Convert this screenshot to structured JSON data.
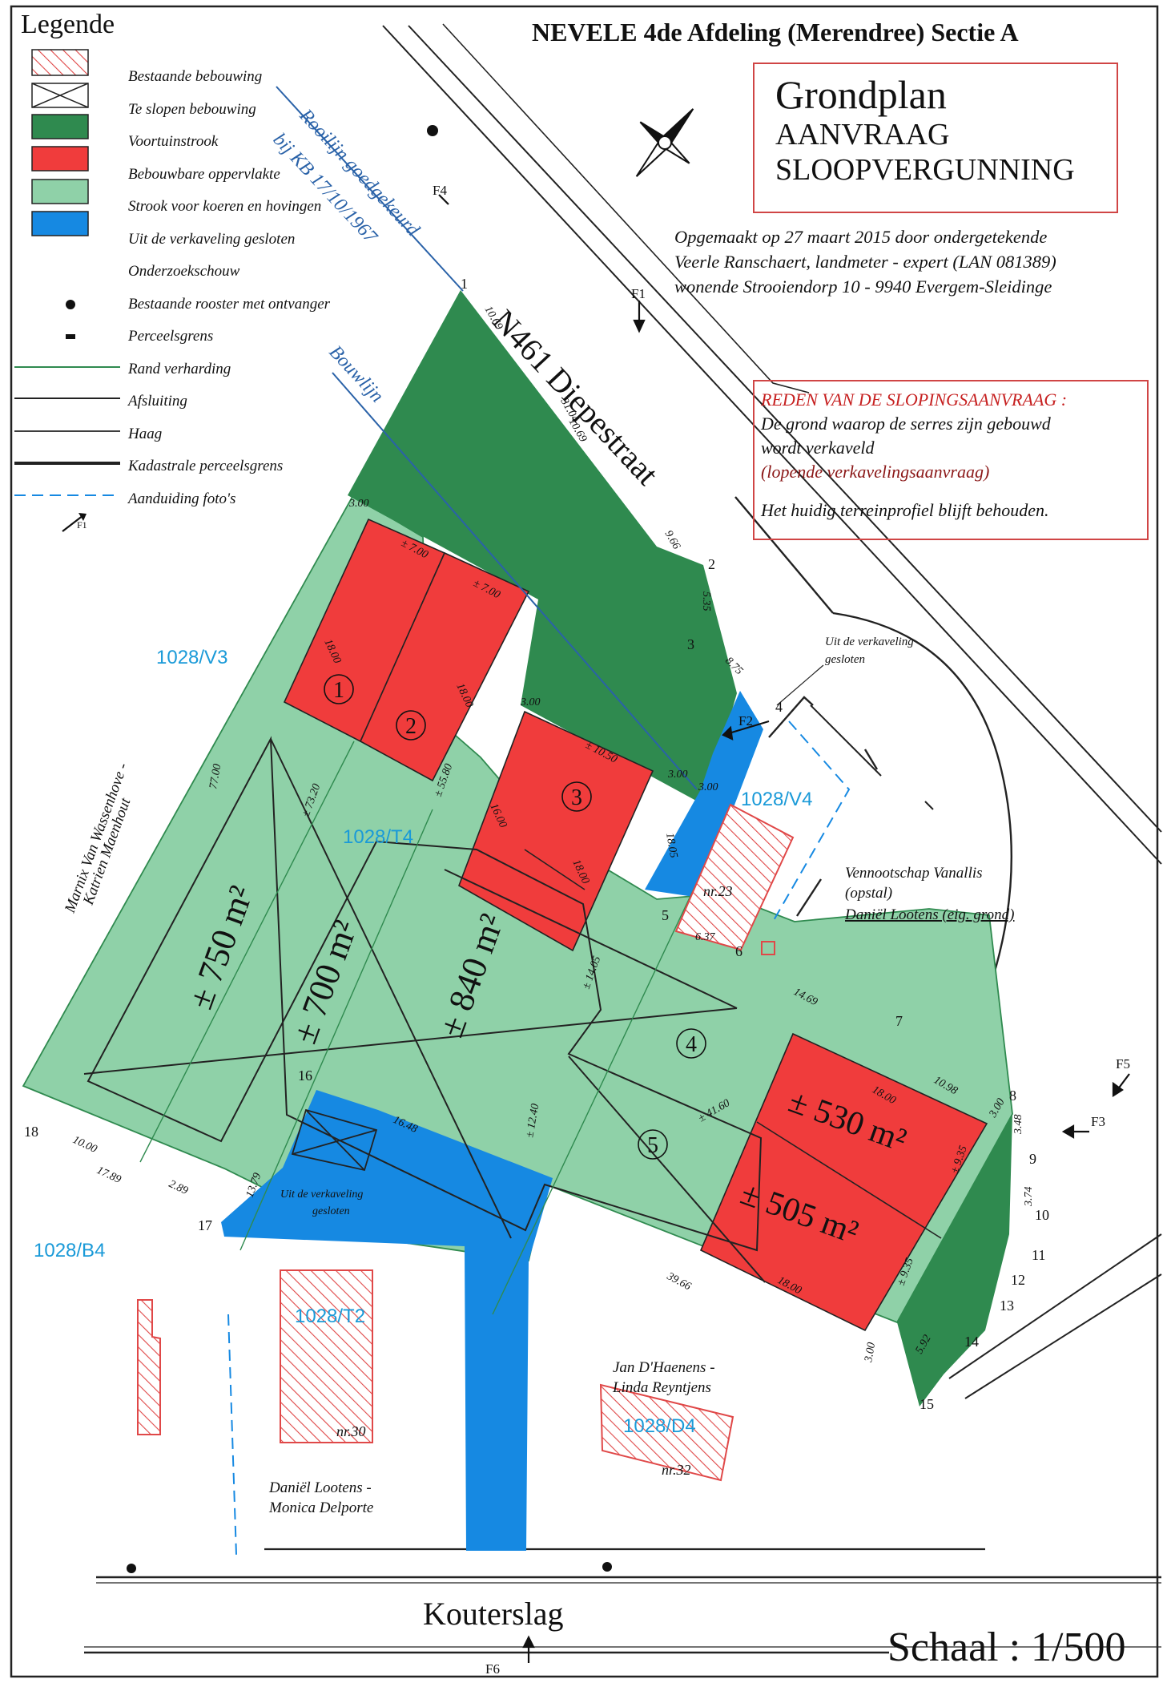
{
  "header": {
    "title": "NEVELE  4de Afdeling  (Merendree)    Sectie A"
  },
  "title_box": {
    "title": "Grondplan",
    "subtitle_1": "AANVRAAG",
    "subtitle_2": "SLOOPVERGUNNING"
  },
  "made_by": {
    "line_1": "Opgemaakt op 27 maart 2015 door ondergetekende",
    "line_2": "Veerle Ranschaert, landmeter - expert  (LAN 081389)",
    "line_3": "wonende Strooiendorp 10  -  9940 Evergem-Sleidinge"
  },
  "reason": {
    "title": "REDEN VAN DE SLOPINGSAANVRAAG :",
    "line_1": "De grond waarop de serres zijn gebouwd",
    "line_2": "wordt verkaveld",
    "line_3": "(lopende verkavelingsaanvraag)",
    "line_4": "Het huidig terreinprofiel blijft behouden."
  },
  "legend": {
    "title": "Legende",
    "items": [
      {
        "label": "Bestaande bebouwing",
        "symbol": "hatch-red-icon"
      },
      {
        "label": "Te slopen bebouwing",
        "symbol": "crossed-box-icon"
      },
      {
        "label": "Voortuinstrook",
        "symbol": "swatch-dark-green-icon",
        "color": "#2f8a4f"
      },
      {
        "label": "Bebouwbare oppervlakte",
        "symbol": "swatch-red-icon",
        "color": "#f03c3c"
      },
      {
        "label": "Strook voor koeren en hovingen",
        "symbol": "swatch-light-green-icon",
        "color": "#8fd1a8"
      },
      {
        "label": "Uit de verkaveling gesloten",
        "symbol": "swatch-blue-icon",
        "color": "#1689e2"
      },
      {
        "label": "Onderzoekschouw",
        "symbol": "dot-icon"
      },
      {
        "label": "Bestaande rooster met ontvanger",
        "symbol": "dash-icon"
      },
      {
        "label": "Perceelsgrens",
        "symbol": "green-line-icon",
        "color": "#2f8a4f"
      },
      {
        "label": "Rand verharding",
        "symbol": "black-line-icon"
      },
      {
        "label": "Afsluiting",
        "symbol": "fence-line-icon"
      },
      {
        "label": "Haag",
        "symbol": "hedge-line-icon"
      },
      {
        "label": "Kadastrale perceelsgrens",
        "symbol": "blue-dashed-line-icon",
        "color": "#1689e2"
      },
      {
        "label": "Aanduiding foto's",
        "symbol": "photo-arrow-icon",
        "code": "F1"
      }
    ]
  },
  "colors": {
    "dark_green": "#2f8a4f",
    "light_green": "#8fd1a8",
    "red": "#f03c3c",
    "blue": "#1689e2",
    "hatch": "#e04848",
    "parcel_label": "#1a9ad8",
    "building_line": "#2a62a8"
  },
  "streets": {
    "main": "N461 Diepestraat",
    "south": "Kouterslag"
  },
  "building_lines": {
    "rooilijn_1": "Rooilijn goedgekeurd",
    "rooilijn_2": "bij KB 17/10/1967",
    "bouwlijn": "Bouwlijn"
  },
  "parcels": [
    "1028/V3",
    "1028/T4",
    "1028/V4",
    "1028/B4",
    "1028/T2",
    "1028/D4"
  ],
  "owners": {
    "west_1": "Marnix Van Wassenhove -",
    "west_2": "Katrien Maenhout",
    "vanallis_1": "Vennootschap Vanallis",
    "vanallis_2": "(opstal)",
    "vanallis_3": "Daniël Lootens (eig. grond)",
    "south_a_1": "Daniël Lootens -",
    "south_a_2": "Monica Delporte",
    "south_b_1": "Jan D'Haenens -",
    "south_b_2": "Linda Reyntjens"
  },
  "house_numbers": [
    "nr.23",
    "nr.30",
    "nr.32"
  ],
  "areas": [
    "± 750 m²",
    "± 700 m²",
    "± 840 m²",
    "± 530 m²",
    "± 505 m²"
  ],
  "lots": [
    "1",
    "2",
    "3",
    "4",
    "5"
  ],
  "excluded_label": {
    "line_1": "Uit de verkaveling",
    "line_2": "gesloten"
  },
  "vertices": [
    "1",
    "2",
    "3",
    "4",
    "5",
    "6",
    "7",
    "8",
    "9",
    "10",
    "11",
    "12",
    "13",
    "14",
    "15",
    "16",
    "17",
    "18"
  ],
  "dimensions": [
    "10.69",
    "31.04",
    "10.69",
    "9.66",
    "5.35",
    "8.75",
    "3.00",
    "3.00",
    "3.00",
    "3.00",
    "3.00",
    "3.00",
    "6.37",
    "14.69",
    "10.98",
    "3.48",
    "3.74",
    "5.92",
    "39.66",
    "16.48",
    "13.79",
    "10.00",
    "17.89",
    "2.89",
    "77.00",
    "± 7.00",
    "± 7.00",
    "18.00",
    "18.00",
    "± 10.50",
    "18.00",
    "16.00",
    "± 73.20",
    "± 55.80",
    "± 14.05",
    "± 12.40",
    "± 41.60",
    "18.00",
    "18.00",
    "± 9.35",
    "± 9.35",
    "18.05"
  ],
  "photos": [
    "F1",
    "F2",
    "F3",
    "F4",
    "F5",
    "F6"
  ],
  "scale": "Schaal : 1/500"
}
